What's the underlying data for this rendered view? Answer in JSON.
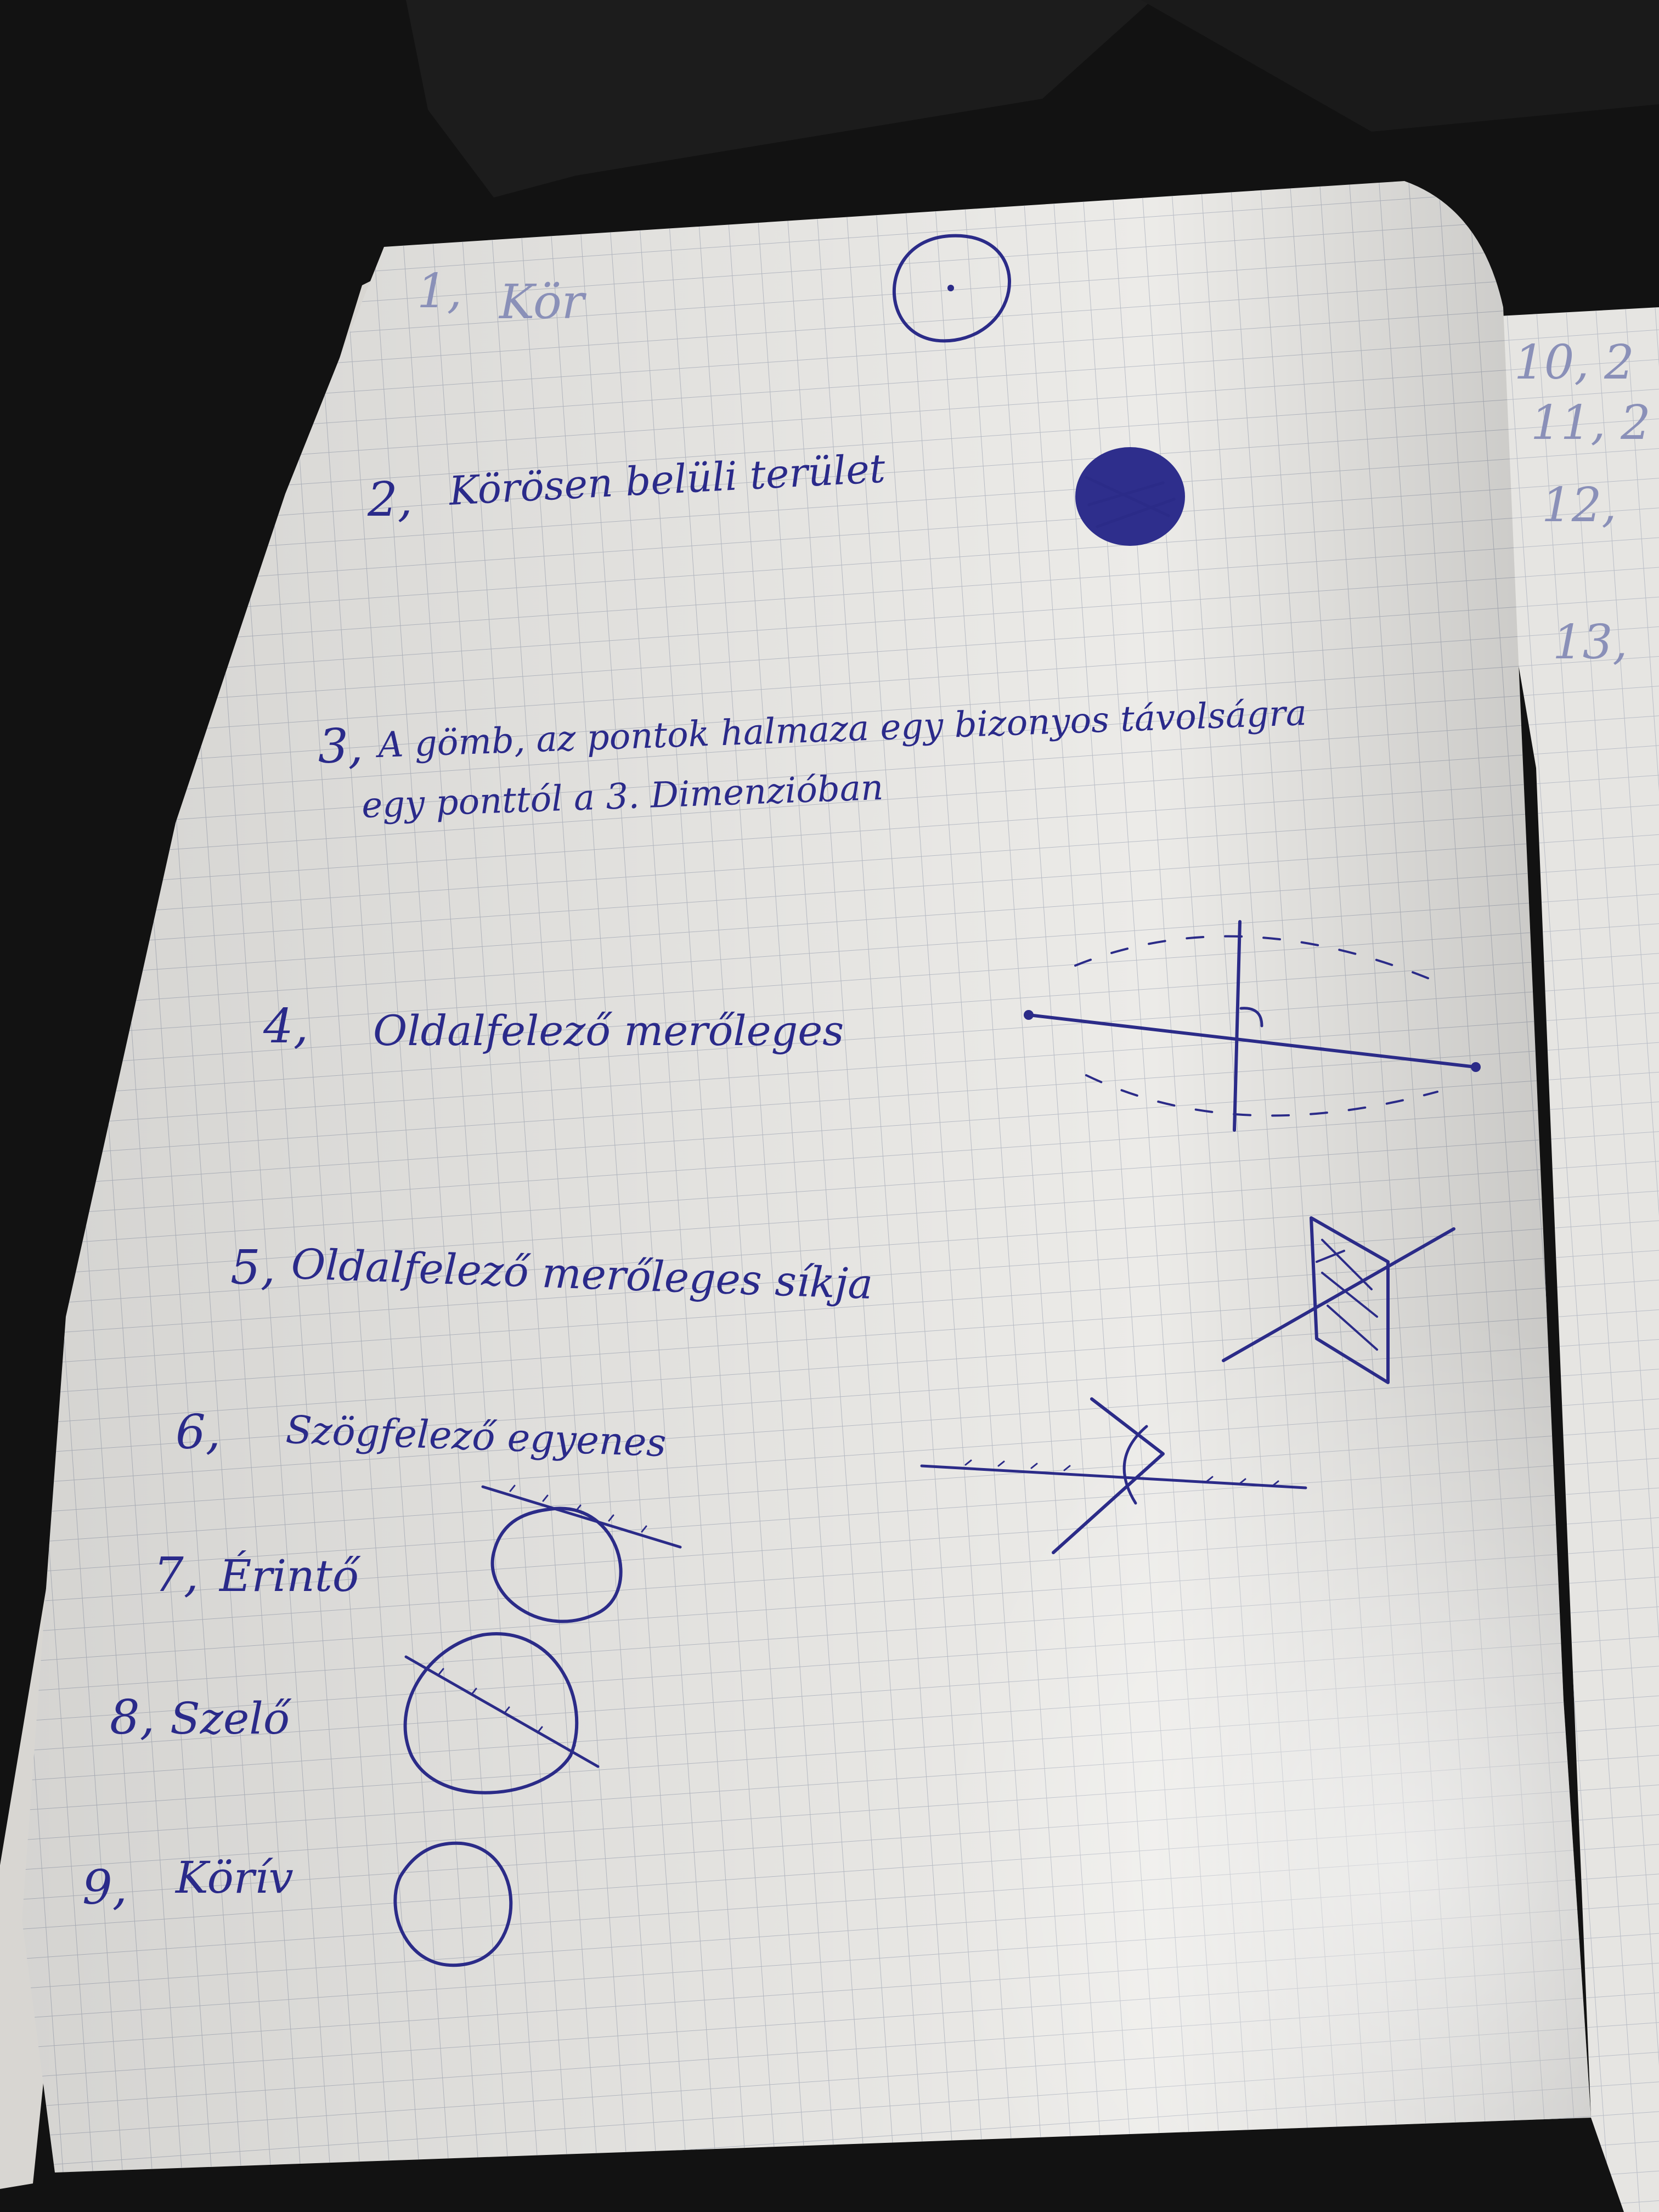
{
  "notebook": {
    "items": [
      {
        "number": "1,",
        "text": "Kör"
      },
      {
        "number": "2,",
        "text": "Körösen belüli terület"
      },
      {
        "number": "3,",
        "text": "A gömb, az pontok halmaza egy bizonyos távolságra",
        "line2": "egy ponttól a 3. Dimenzióban"
      },
      {
        "number": "4,",
        "text": "Oldalfelező merőleges"
      },
      {
        "number": "5,",
        "text": "Oldalfelező merőleges síkja"
      },
      {
        "number": "6,",
        "text": "Szögfelező egyenes"
      },
      {
        "number": "7,",
        "text": "Érintő"
      },
      {
        "number": "8,",
        "text": "Szelő"
      },
      {
        "number": "9,",
        "text": "Körív"
      }
    ],
    "right_page_numbers": [
      "10, 2",
      "11, 2",
      "12,",
      "13,"
    ]
  },
  "colors": {
    "ink": "#2b2b88",
    "paper": "#ecebe8",
    "grid": "#b9bdc6",
    "background": "#101010"
  }
}
